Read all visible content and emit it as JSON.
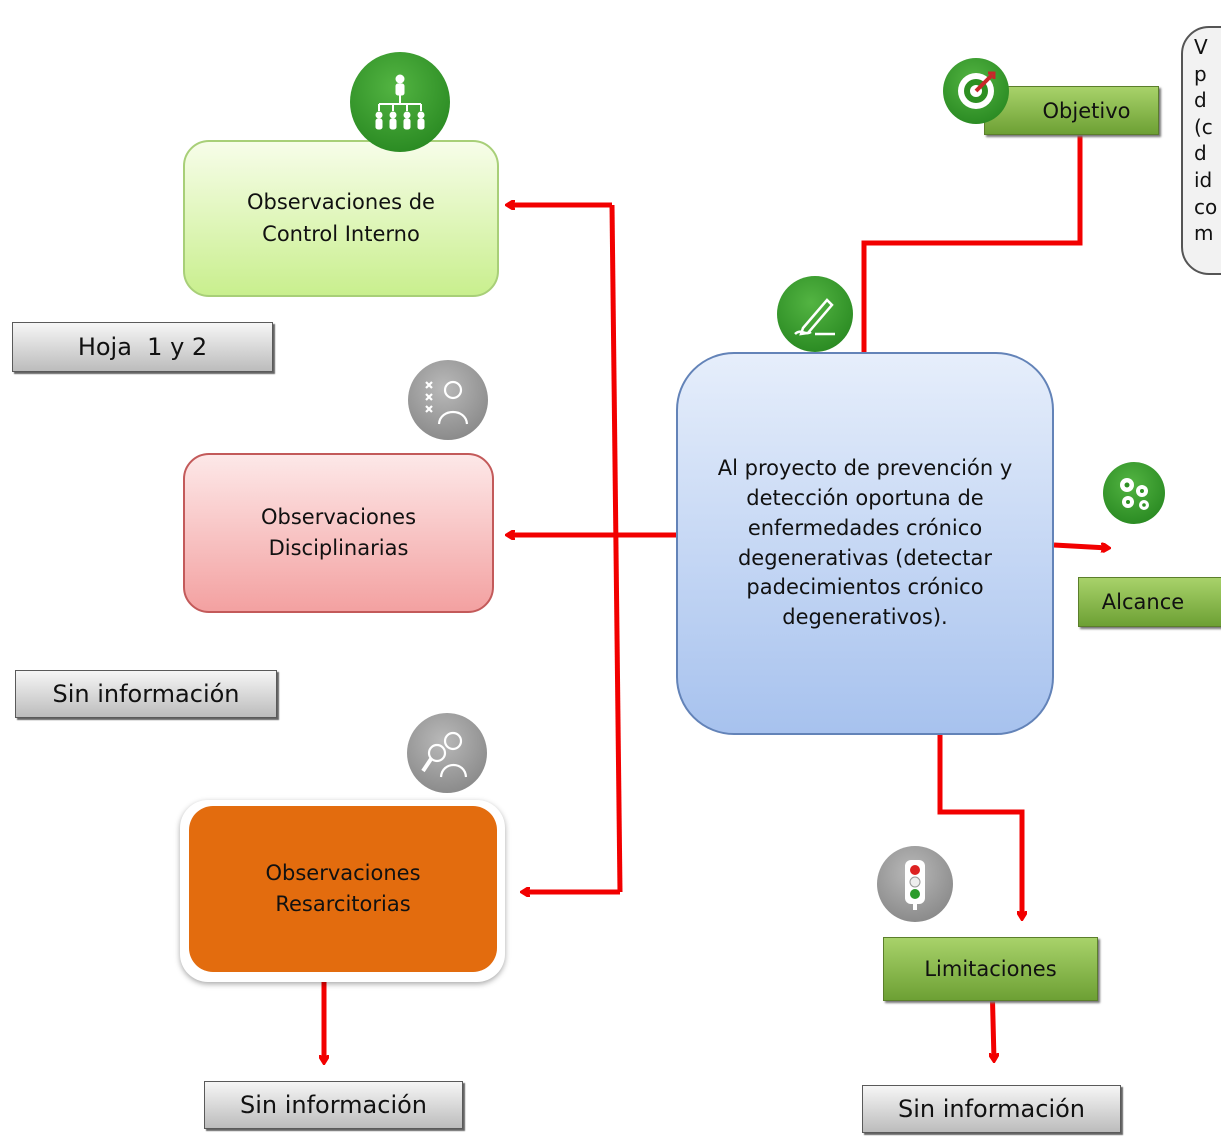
{
  "observations": {
    "control_interno": "Observaciones de Control Interno",
    "disciplinarias": "Observaciones Disciplinarias",
    "resarcitorias": "Observaciones Resarcitorias"
  },
  "labels": {
    "hoja": "Hoja  1 y 2",
    "sin_info_left": "Sin información",
    "sin_info_bottom_left": "Sin información",
    "sin_info_bottom_right": "Sin información"
  },
  "center": {
    "text": "Al proyecto de prevención y detección oportuna de enfermedades crónico degenerativas (detectar padecimientos crónico degenerativos)."
  },
  "right": {
    "objetivo": "Objetivo",
    "alcance": "Alcance",
    "limitaciones": "Limitaciones"
  },
  "note": {
    "lines": [
      "V",
      "p",
      "d",
      "(c",
      "d",
      "id",
      "co",
      "m"
    ]
  },
  "icons": [
    "org-chart-icon",
    "crossed-list-person-icon",
    "magnifier-person-icon",
    "target-icon",
    "pen-signing-icon",
    "gears-icon",
    "traffic-light-icon"
  ],
  "colors": {
    "arrow": "#f20000",
    "control_interno": "#c9ef8e",
    "disciplinarias": "#f3a1a1",
    "resarcitorias": "#e36c0e",
    "center": "#a7c2ee",
    "green_label": "#8cbd4f"
  }
}
